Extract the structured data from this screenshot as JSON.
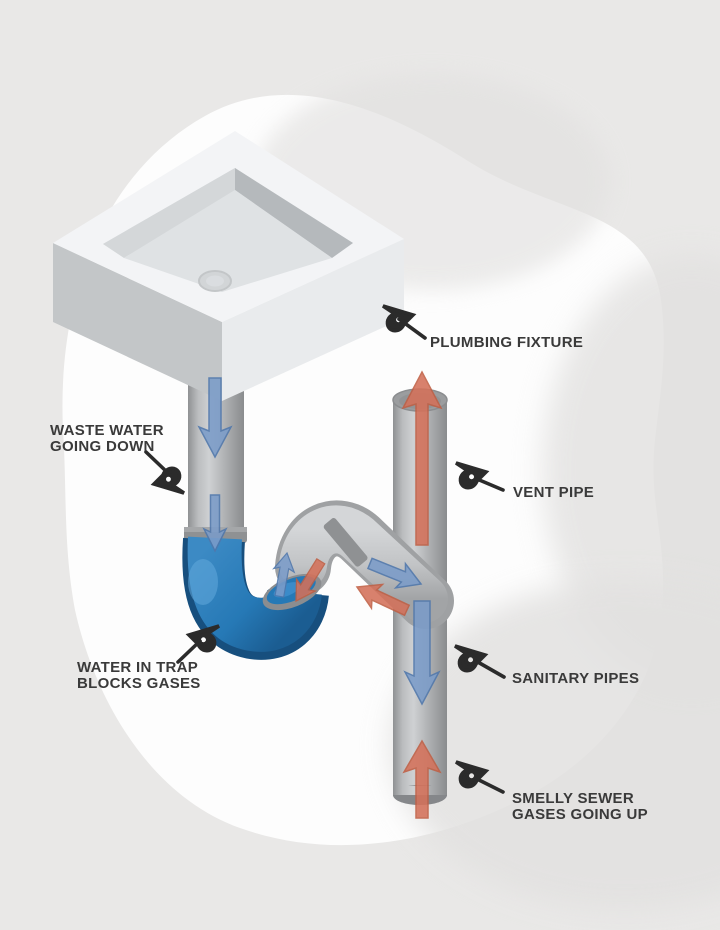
{
  "diagram": {
    "subject": "plumbing-trap-diagram",
    "labels": {
      "plumbing_fixture": "PLUMBING FIXTURE",
      "waste_water_line1": "WASTE WATER",
      "waste_water_line2": "GOING DOWN",
      "vent_pipe": "VENT PIPE",
      "water_in_trap_line1": "WATER IN TRAP",
      "water_in_trap_line2": "BLOCKS GASES",
      "sanitary_pipes": "SANITARY PIPES",
      "smelly_sewer_line1": "SMELLY SEWER",
      "smelly_sewer_line2": "GASES GOING UP"
    },
    "icons": {
      "leader_icon": "pen-nib-icon"
    },
    "colors": {
      "background": "#e9e8e7",
      "blob_white": "#fdfdfd",
      "shade_gray": "#e2e1e0",
      "pipe_gray": "#b9bbbd",
      "pipe_ring_gray": "#8f9193",
      "trap_water_blue": "#2679b6",
      "trap_water_dark": "#174f7e",
      "trap_highlight": "#63a9dc",
      "flow_arrow_blue": "#7b9cc9",
      "flow_arrow_blue_edge": "#4f77ac",
      "gas_arrow_orange": "#d4715a",
      "gas_arrow_orange_edge": "#c05f44",
      "label_text": "#3a3a3a",
      "leader_line": "#2b2b2b"
    }
  }
}
